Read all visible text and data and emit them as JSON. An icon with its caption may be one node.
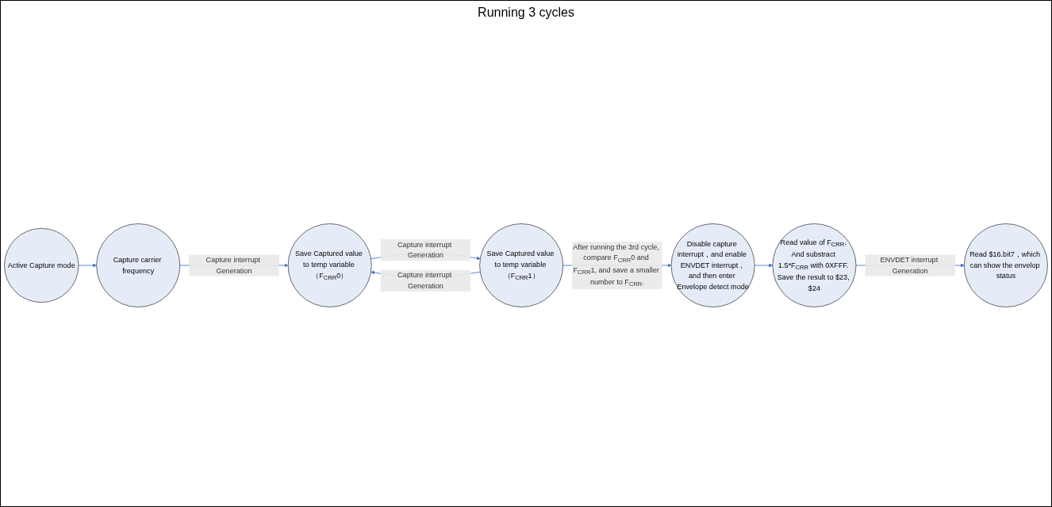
{
  "diagram": {
    "nodes": [
      {
        "text": [
          "Active Capture mode"
        ]
      },
      {
        "text": [
          "Capture carrier frequency"
        ]
      },
      {
        "text": [
          "Save Captured value to temp variable （F$_{CRR}$0）"
        ]
      },
      {
        "text": [
          "Save Captured value to temp variable （F$_{CRR}$1）"
        ]
      },
      {
        "text": [
          "Disable capture interrupt，and enable ENVDET interrupt，and then enter Envelope detect mode"
        ]
      },
      {
        "text": [
          "Read value of F$_{CRR}$. And substract 1.5*F$_{CRR}$ with 0XFFF. Save the result to $23, $24"
        ]
      },
      {
        "text": [
          "Read $16.bit7，which can show the envelop status"
        ]
      }
    ],
    "edges": [
      {
        "from": 0,
        "to": 1,
        "arrow": "to"
      },
      {
        "from": 1,
        "to": 2,
        "arrow": "to",
        "label": "Capture interrupt Generation"
      },
      {
        "from": 2,
        "to": 3,
        "arrow": "to",
        "label": "Capture interrupt Generation"
      },
      {
        "from": 3,
        "to": 2,
        "arrow": "to",
        "label": "Capture interrupt Generation"
      },
      {
        "from": 3,
        "to": 4,
        "arrow": "to",
        "label": "After running the 3rd cycle, compare F$_{CRR}$0 and F$_{CRR}$1, and save a smaller number to F$_{CRR}$."
      },
      {
        "from": 4,
        "to": 5,
        "arrow": "to"
      },
      {
        "from": 5,
        "to": 6,
        "arrow": "to",
        "label": "ENVDET interrupt Generation"
      }
    ],
    "labels": [
      "Running 3 cycles"
    ]
  }
}
